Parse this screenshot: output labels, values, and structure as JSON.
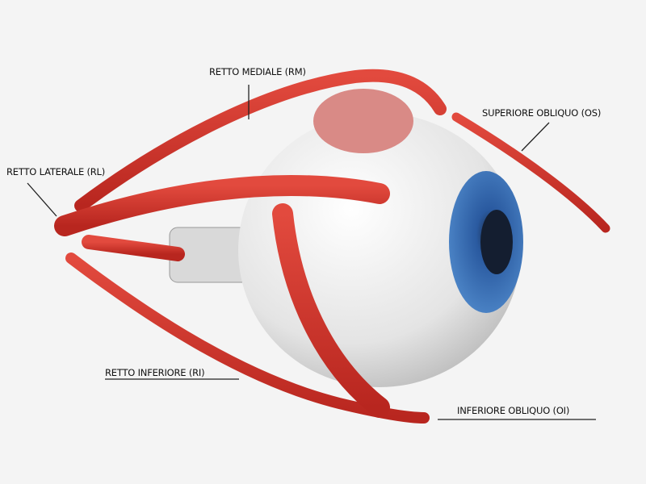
{
  "labels": {
    "rm": "RETTO MEDIALE (RM)",
    "os": "SUPERIORE OBLIQUO (OS)",
    "rl": "RETTO LATERALE (RL)",
    "ri": "RETTO INFERIORE (RI)",
    "oi": "INFERIORE OBLIQUO (OI)"
  },
  "colors": {
    "muscle": "#d6372e",
    "iris": "#2f64a8",
    "sclera": "#e8e8e8",
    "background": "#f4f4f4"
  }
}
